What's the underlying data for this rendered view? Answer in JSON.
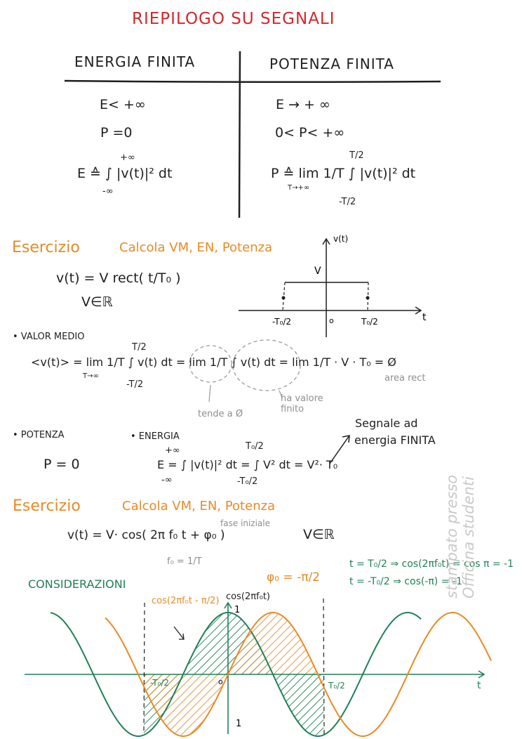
{
  "title": "RIEPILOGO SU SEGNALI",
  "table": {
    "left_header": "ENERGIA FINITA",
    "right_header": "POTENZA FINITA",
    "left_rows": [
      "E< +∞",
      "P =0",
      "E ≙ ∫ |v(t)|² dt"
    ],
    "right_rows": [
      "E → + ∞",
      "0< P< +∞",
      "P ≙ lim  1/T ∫ |v(t)|² dt"
    ],
    "left_limits": {
      "upper": "+∞",
      "lower": "-∞"
    },
    "right_limits": {
      "lim_under": "T→+∞",
      "upper": "T/2",
      "lower": "-T/2"
    }
  },
  "exercise1": {
    "label": "Esercizio",
    "task": "Calcola VM, EN, Potenza",
    "signal": "v(t) = V rect( t/T₀ )",
    "domain": "V∈ℝ",
    "plot": {
      "y_label": "v(t)",
      "x_label": "t",
      "level": "V",
      "left_tick": "-T₀/2",
      "origin": "o",
      "right_tick": "T₀/2"
    },
    "mean_heading": "• VALOR MEDIO",
    "mean_formula": "<v(t)> = lim  1/T ∫ v(t) dt = lim  1/T ∫ v(t) dt = lim  1/T · V · T₀ = Ø",
    "mean_notes": {
      "lim_under": "T→∞",
      "limits_upper": "T/2",
      "limits_lower": "-T/2",
      "tends": "tende a Ø",
      "finite": "ha valore finito",
      "area": "area rect"
    },
    "power_heading": "• POTENZA",
    "power_value": "P = 0",
    "energy_heading": "• ENERGIA",
    "energy_formula": "E = ∫ |v(t)|² dt = ∫ V² dt = V²· T₀",
    "energy_limits": {
      "upper1": "+∞",
      "lower1": "-∞",
      "upper2": "T₀/2",
      "lower2": "-T₀/2"
    },
    "energy_note": [
      "Segnale ad",
      "energia FINITA"
    ]
  },
  "exercise2": {
    "label": "Esercizio",
    "task": "Calcola VM, EN, Potenza",
    "signal": "v(t) = V· cos( 2π f₀ t + φ₀ )",
    "phase_note": "fase iniziale",
    "domain": "V∈ℝ",
    "freq_note": "f₀ = 1/T",
    "considerations": "CONSIDERAZIONI",
    "phi_note": "φ₀ = -π/2",
    "green_note_1": "t = T₀/2 ⇒ cos(2πf₀t) = cos π = -1",
    "green_note_2": "t = -T₀/2 ⇒ cos(-π) = -1",
    "orange_label": "cos(2πf₀t - π/2)",
    "green_label": "cos(2πf₀t)",
    "plot": {
      "y_top": "1",
      "y_bottom": "1",
      "origin": "o",
      "left_tick": "-T₀/2",
      "right_tick": "T₀/2",
      "x_label": "t"
    }
  },
  "watermark": "stampato presso Officina studenti",
  "colors": {
    "title": "#d6262a",
    "orange": "#ea8a25",
    "green": "#1f8056",
    "gray": "#8e8e8e"
  }
}
